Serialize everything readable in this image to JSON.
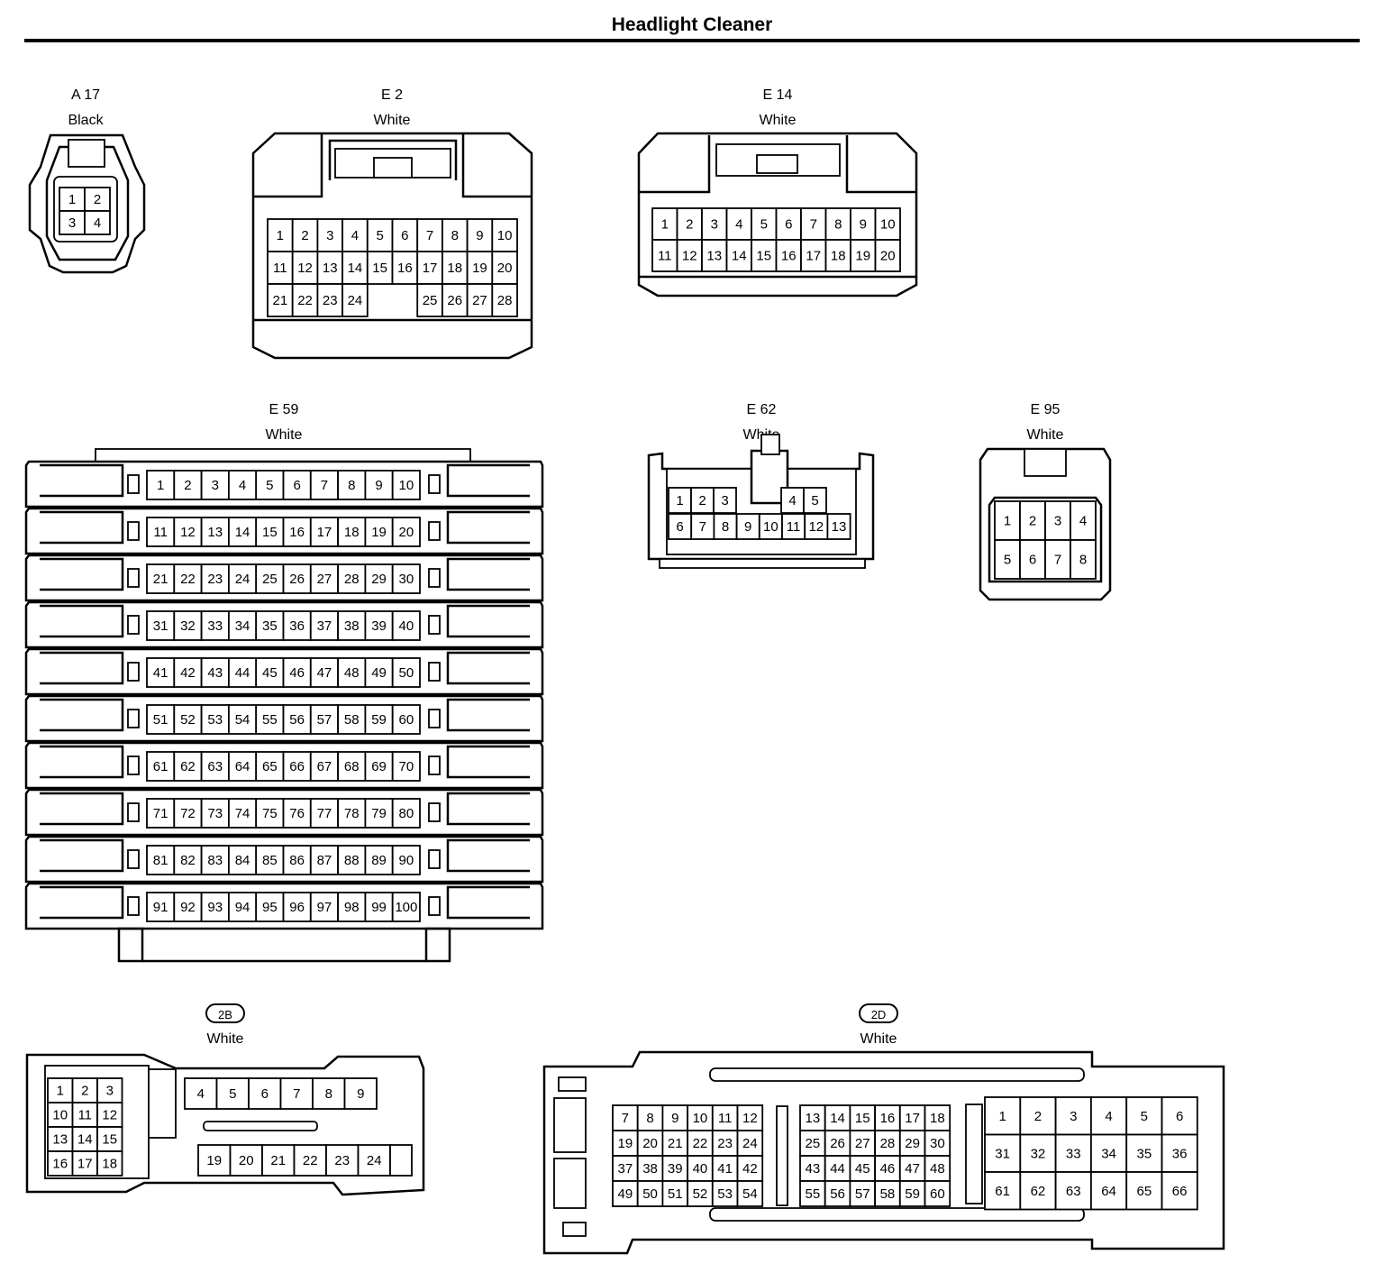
{
  "title": "Headlight Cleaner",
  "connectors": {
    "a17": {
      "id": "A 17",
      "color": "Black",
      "pins": [
        "1",
        "2",
        "3",
        "4"
      ]
    },
    "e2": {
      "id": "E 2",
      "color": "White",
      "rows": [
        [
          "1",
          "2",
          "3",
          "4",
          "5",
          "6",
          "7",
          "8",
          "9",
          "10"
        ],
        [
          "11",
          "12",
          "13",
          "14",
          "15",
          "16",
          "17",
          "18",
          "19",
          "20"
        ],
        [
          "21",
          "22",
          "23",
          "24",
          "",
          "",
          "25",
          "26",
          "27",
          "28"
        ]
      ]
    },
    "e14": {
      "id": "E 14",
      "color": "White",
      "rows": [
        [
          "1",
          "2",
          "3",
          "4",
          "5",
          "6",
          "7",
          "8",
          "9",
          "10"
        ],
        [
          "11",
          "12",
          "13",
          "14",
          "15",
          "16",
          "17",
          "18",
          "19",
          "20"
        ]
      ]
    },
    "e59": {
      "id": "E 59",
      "color": "White",
      "pin_count": 100,
      "pins_per_row": 10
    },
    "e62": {
      "id": "E 62",
      "color": "White",
      "rows": [
        [
          "1",
          "2",
          "3",
          "",
          "",
          "4",
          "5"
        ],
        [
          "6",
          "7",
          "8",
          "9",
          "10",
          "11",
          "12",
          "13"
        ]
      ]
    },
    "e95": {
      "id": "E 95",
      "color": "White",
      "rows": [
        [
          "1",
          "2",
          "3",
          "4"
        ],
        [
          "5",
          "6",
          "7",
          "8"
        ]
      ]
    },
    "c2b": {
      "id": "2B",
      "color": "White",
      "left_rows": [
        [
          "1",
          "2",
          "3"
        ],
        [
          "10",
          "11",
          "12"
        ],
        [
          "13",
          "14",
          "15"
        ],
        [
          "16",
          "17",
          "18"
        ]
      ],
      "top_row": [
        "4",
        "5",
        "6",
        "7",
        "8",
        "9"
      ],
      "bottom_row": [
        "19",
        "20",
        "21",
        "22",
        "23",
        "24"
      ]
    },
    "c2d": {
      "id": "2D",
      "color": "White",
      "block_a": [
        [
          "7",
          "8",
          "9",
          "10",
          "11",
          "12"
        ],
        [
          "19",
          "20",
          "21",
          "22",
          "23",
          "24"
        ],
        [
          "37",
          "38",
          "39",
          "40",
          "41",
          "42"
        ],
        [
          "49",
          "50",
          "51",
          "52",
          "53",
          "54"
        ]
      ],
      "block_b": [
        [
          "13",
          "14",
          "15",
          "16",
          "17",
          "18"
        ],
        [
          "25",
          "26",
          "27",
          "28",
          "29",
          "30"
        ],
        [
          "43",
          "44",
          "45",
          "46",
          "47",
          "48"
        ],
        [
          "55",
          "56",
          "57",
          "58",
          "59",
          "60"
        ]
      ],
      "block_c": [
        [
          "1",
          "2",
          "3",
          "4",
          "5",
          "6"
        ],
        [
          "31",
          "32",
          "33",
          "34",
          "35",
          "36"
        ],
        [
          "61",
          "62",
          "63",
          "64",
          "65",
          "66"
        ]
      ]
    }
  }
}
